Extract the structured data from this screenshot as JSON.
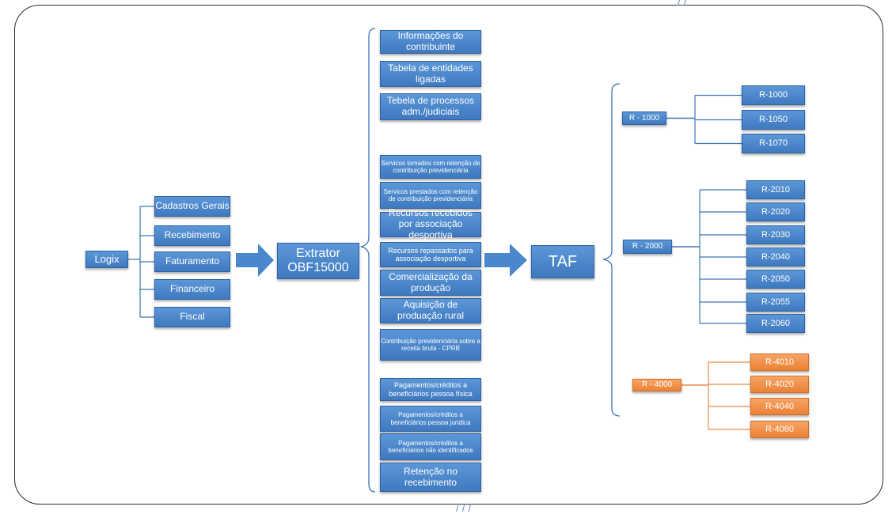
{
  "source": {
    "label": "Logix"
  },
  "modules": [
    "Cadastros Gerais",
    "Recebimento",
    "Faturamento",
    "Financeiro",
    "Fiscal"
  ],
  "extractor": {
    "line1": "Extrator",
    "line2": "OBF15000"
  },
  "events": [
    "Informações do contribuinte",
    "Tabela de entidades ligadas",
    "Tebela de processos adm./judiciais",
    "Servicos tomados com retenção de contribuição previdenciária",
    "Servicos prestados com retenção de contribuição previdenciária",
    "Recursos recebidos por associação desportiva",
    "Recursos repassados para associação desportiva",
    "Comercialização da produção",
    "Aquisição de produação rural",
    "Contribuição previdenciária sobre a receita bruta - CPRB",
    "Pagamentos/créditos a beneficiários pessoa física",
    "Pagamentos/créditos a beneficiários pessoa jurídica",
    "Pagamentos/créditos a beneficiários não identificados",
    "Retenção no recebimento"
  ],
  "target": {
    "label": "TAF"
  },
  "groups": [
    {
      "label": "R - 1000",
      "items": [
        "R-1000",
        "R-1050",
        "R-1070"
      ]
    },
    {
      "label": "R - 2000",
      "items": [
        "R-2010",
        "R-2020",
        "R-2030",
        "R-2040",
        "R-2050",
        "R-2055",
        "R-2060"
      ]
    },
    {
      "label": "R - 4000",
      "items": [
        "R-4010",
        "R-4020",
        "R-4040",
        "R-4080"
      ]
    }
  ],
  "colors": {
    "blue": "#4a87cc",
    "orange": "#f08a3e",
    "line": "#3e74b4",
    "orange_line": "#ef8c45"
  }
}
